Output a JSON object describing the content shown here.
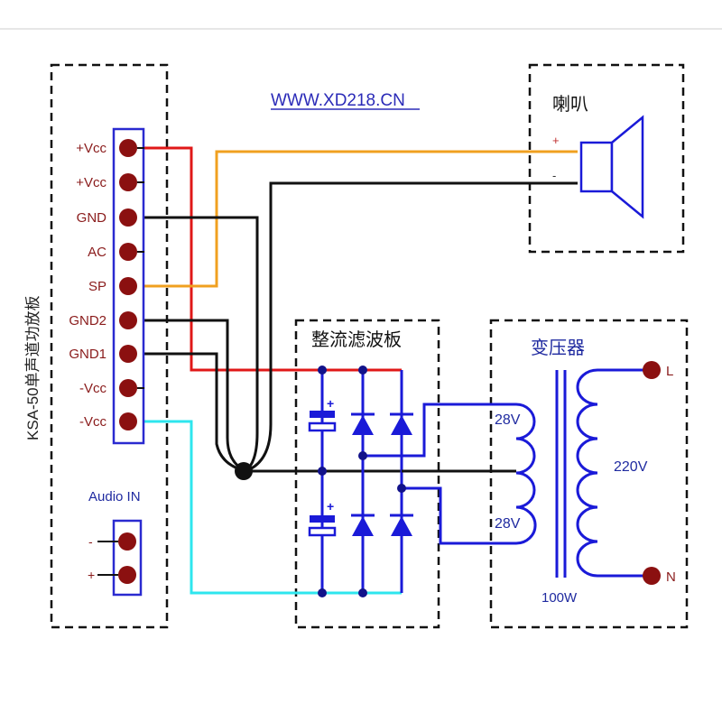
{
  "url_text": "WWW.XD218.CN",
  "amp_board": {
    "title": "KSA-50单声道功放板",
    "pins": [
      "+Vcc",
      "+Vcc",
      "GND",
      "AC",
      "SP",
      "GND2",
      "GND1",
      "-Vcc",
      "-Vcc"
    ],
    "audio_in": {
      "label": "Audio IN",
      "minus": "-",
      "plus": "+"
    }
  },
  "speaker": {
    "title": "喇叭",
    "plus": "+",
    "minus": "-"
  },
  "rectifier": {
    "title": "整流滤波板",
    "cap_plus": "+"
  },
  "transformer": {
    "title": "变压器",
    "secondary_top": "28V",
    "secondary_bottom": "28V",
    "primary": "220V",
    "power": "100W",
    "line_l": "L",
    "line_n": "N"
  },
  "colors": {
    "pin_fill": "#8b1010",
    "dash_border": "#111111",
    "pin_strip": "#2a2ad0",
    "wire_red": "#e01818",
    "wire_orange": "#f0a020",
    "wire_black": "#111111",
    "wire_cyan": "#2ee6ee",
    "wire_blue": "#1a1ad8",
    "node": "#12128a"
  }
}
